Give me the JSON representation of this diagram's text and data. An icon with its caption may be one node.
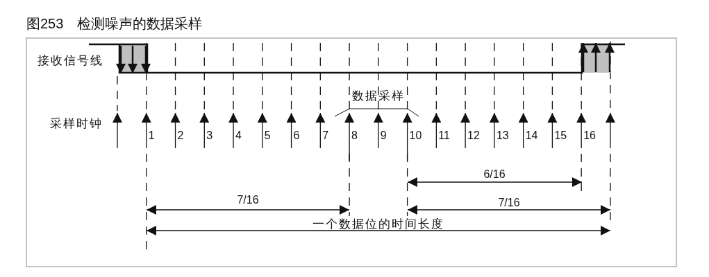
{
  "diagram": {
    "title": "图253　检测噪声的数据采样",
    "labels": [
      "接收信号线",
      "数据采样",
      "采样时钟",
      "1",
      "2",
      "3",
      "4",
      "5",
      "6",
      "7",
      "8",
      "9",
      "10",
      "11",
      "12",
      "13",
      "14",
      "15",
      "16",
      "6/16",
      "7/16",
      "7/16",
      "一个数据位的时间长度"
    ]
  }
}
